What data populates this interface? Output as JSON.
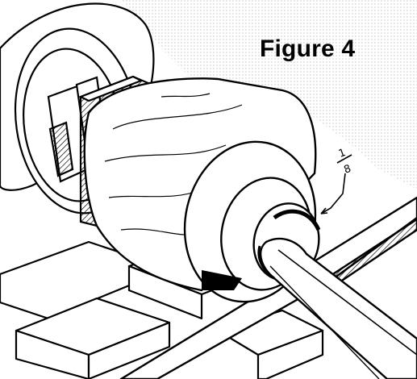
{
  "figure": {
    "label": "Figure 4",
    "dimension_note": {
      "numerator": "1",
      "denominator": "8"
    }
  },
  "colors": {
    "ink": "#000000",
    "paper": "#ffffff",
    "shade": "#c8c8c8"
  }
}
